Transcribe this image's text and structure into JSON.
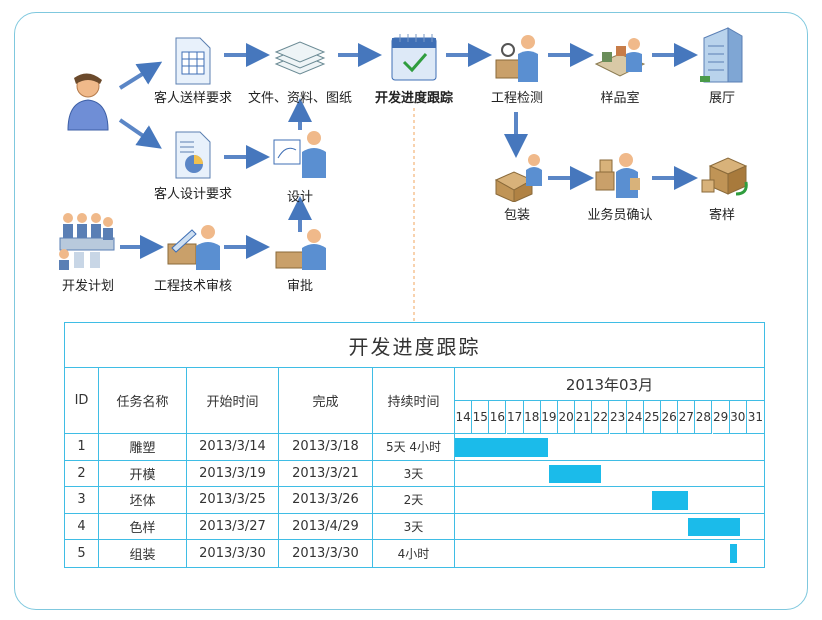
{
  "flow": {
    "nodes": {
      "customer_sample_req": "客人送样要求",
      "files": "文件、资料、图纸",
      "dev_tracking": "开发进度跟踪",
      "eng_testing": "工程检测",
      "sample_room": "样品室",
      "showroom": "展厅",
      "customer_design_req": "客人设计要求",
      "design": "设计",
      "dev_plan": "开发计划",
      "eng_tech_review": "工程技术审核",
      "approval": "审批",
      "packing": "包装",
      "sales_confirm": "业务员确认",
      "send_sample": "寄样"
    }
  },
  "table": {
    "title": "开发进度跟踪",
    "headers": {
      "id": "ID",
      "task": "任务名称",
      "start": "开始时间",
      "finish": "完成",
      "duration": "持续时间",
      "month": "2013年03月"
    },
    "days": [
      "14",
      "15",
      "16",
      "17",
      "18",
      "19",
      "20",
      "21",
      "22",
      "23",
      "24",
      "25",
      "26",
      "27",
      "28",
      "29",
      "30",
      "31"
    ],
    "rows": [
      {
        "id": "1",
        "task": "雕塑",
        "start": "2013/3/14",
        "finish": "2013/3/18",
        "duration": "5天 4小时"
      },
      {
        "id": "2",
        "task": "开模",
        "start": "2013/3/19",
        "finish": "2013/3/21",
        "duration": "3天"
      },
      {
        "id": "3",
        "task": "坯体",
        "start": "2013/3/25",
        "finish": "2013/3/26",
        "duration": "2天"
      },
      {
        "id": "4",
        "task": "色样",
        "start": "2013/3/27",
        "finish": "2013/4/29",
        "duration": "3天"
      },
      {
        "id": "5",
        "task": "组装",
        "start": "2013/3/30",
        "finish": "2013/3/30",
        "duration": "4小时"
      }
    ],
    "gantt": [
      {
        "start_day": 14.0,
        "end_day": 19.4
      },
      {
        "start_day": 19.5,
        "end_day": 22.5
      },
      {
        "start_day": 25.5,
        "end_day": 27.6
      },
      {
        "start_day": 27.6,
        "end_day": 30.6
      },
      {
        "start_day": 30.0,
        "end_day": 30.4
      }
    ],
    "bar_color": "#1bbbea",
    "border_color": "#3fbde5"
  }
}
